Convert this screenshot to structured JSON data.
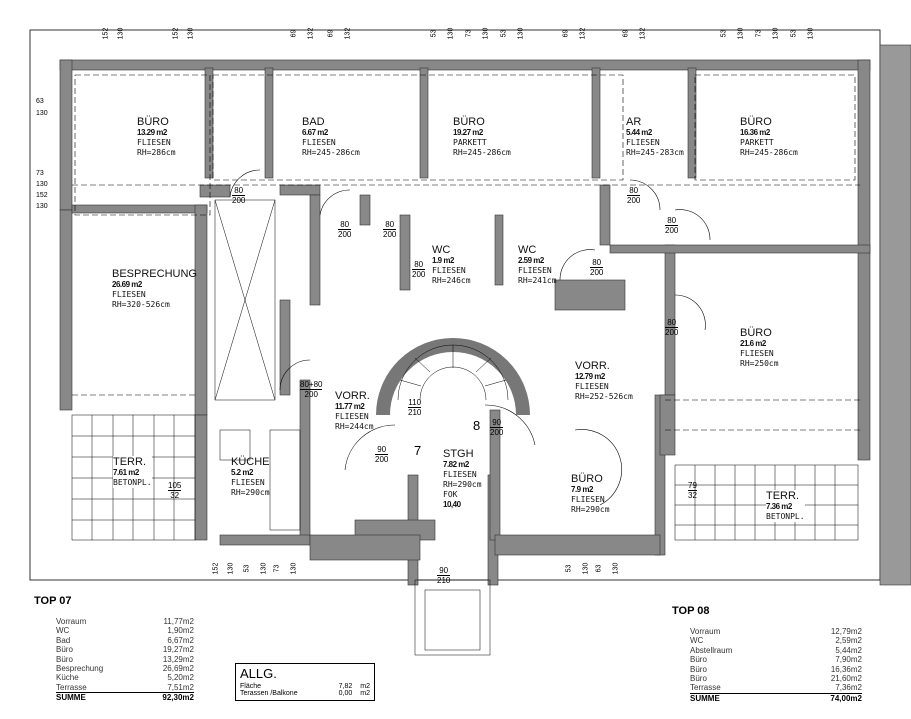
{
  "rooms": [
    {
      "name": "BÜRO",
      "area": "13.29 m2",
      "floor": "FLIESEN",
      "height": "RH=286cm"
    },
    {
      "name": "BAD",
      "area": "6.67 m2",
      "floor": "FLIESEN",
      "height": "RH=245-286cm"
    },
    {
      "name": "BÜRO",
      "area": "19.27 m2",
      "floor": "PARKETT",
      "height": "RH=245-286cm"
    },
    {
      "name": "AR",
      "area": "5.44 m2",
      "floor": "FLIESEN",
      "height": "RH=245-283cm"
    },
    {
      "name": "BÜRO",
      "area": "16.36 m2",
      "floor": "PARKETT",
      "height": "RH=245-286cm"
    },
    {
      "name": "BESPRECHUNG",
      "area": "26.69 m2",
      "floor": "FLIESEN",
      "height": "RH=320-526cm"
    },
    {
      "name": "WC",
      "area": "1.9 m2",
      "floor": "FLIESEN",
      "height": "RH=246cm"
    },
    {
      "name": "WC",
      "area": "2.59 m2",
      "floor": "FLIESEN",
      "height": "RH=241cm"
    },
    {
      "name": "BÜRO",
      "area": "21.6 m2",
      "floor": "FLIESEN",
      "height": "RH=250cm"
    },
    {
      "name": "VORR.",
      "area": "12.79 m2",
      "floor": "FLIESEN",
      "height": "RH=252-526cm"
    },
    {
      "name": "VORR.",
      "area": "11.77 m2",
      "floor": "FLIESEN",
      "height": "RH=244cm"
    },
    {
      "name": "TERR.",
      "area": "7.61 m2",
      "floor": "BETONPL.",
      "height": ""
    },
    {
      "name": "KÜCHE",
      "area": "5.2 m2",
      "floor": "FLIESEN",
      "height": "RH=290cm"
    },
    {
      "name": "STGH",
      "area": "7.82 m2",
      "floor": "FLIESEN",
      "height": "RH=290cm"
    },
    {
      "name": "BÜRO",
      "area": "7.9 m2",
      "floor": "FLIESEN",
      "height": "RH=290cm"
    },
    {
      "name": "TERR.",
      "area": "7.36 m2",
      "floor": "BETONPL.",
      "height": ""
    }
  ],
  "fok": {
    "label": "FOK",
    "value": "10,40"
  },
  "stairs": {
    "left": "7",
    "right": "8"
  },
  "doors": [
    {
      "w": "80",
      "h": "200"
    },
    {
      "w": "80",
      "h": "200"
    },
    {
      "w": "80",
      "h": "200"
    },
    {
      "w": "80",
      "h": "200"
    },
    {
      "w": "80",
      "h": "200"
    },
    {
      "w": "80",
      "h": "200"
    },
    {
      "w": "80",
      "h": "200"
    },
    {
      "w": "80",
      "h": "200"
    },
    {
      "w": "80+80",
      "h": "200"
    },
    {
      "w": "90",
      "h": "200"
    },
    {
      "w": "90",
      "h": "200"
    },
    {
      "w": "110",
      "h": "210"
    },
    {
      "w": "105",
      "h": "32"
    },
    {
      "w": "79",
      "h": "32"
    },
    {
      "w": "90",
      "h": "210"
    }
  ],
  "dims": [
    "152",
    "130",
    "152",
    "130",
    "53",
    "130",
    "73",
    "130",
    "53",
    "130",
    "69",
    "132",
    "69",
    "132",
    "69",
    "132",
    "69",
    "132",
    "53",
    "130",
    "73",
    "130",
    "53",
    "130",
    "73",
    "130",
    "152",
    "130",
    "152",
    "130",
    "53",
    "130",
    "73",
    "130",
    "53",
    "130",
    "63",
    "130",
    "63",
    "130"
  ],
  "top07": {
    "title": "TOP 07",
    "rows": [
      {
        "label": "Vorraum",
        "value": "11,77m2"
      },
      {
        "label": "WC",
        "value": "1,90m2"
      },
      {
        "label": "Bad",
        "value": "6,67m2"
      },
      {
        "label": "Büro",
        "value": "19,27m2"
      },
      {
        "label": "Büro",
        "value": "13,29m2"
      },
      {
        "label": "Besprechung",
        "value": "26,69m2"
      },
      {
        "label": "Küche",
        "value": "5,20m2"
      },
      {
        "label": "Terrasse",
        "value": "7,51m2"
      }
    ],
    "sum": {
      "label": "SUMME",
      "value": "92,30m2"
    }
  },
  "top08": {
    "title": "TOP 08",
    "rows": [
      {
        "label": "Vorraum",
        "value": "12,79m2"
      },
      {
        "label": "WC",
        "value": "2,59m2"
      },
      {
        "label": "Abstellraum",
        "value": "5,44m2"
      },
      {
        "label": "Büro",
        "value": "7,90m2"
      },
      {
        "label": "Büro",
        "value": "16,36m2"
      },
      {
        "label": "Büro",
        "value": "21,60m2"
      },
      {
        "label": "Terrasse",
        "value": "7,36m2"
      }
    ],
    "sum": {
      "label": "SUMME",
      "value": "74,00m2"
    }
  },
  "allg": {
    "title": "ALLG.",
    "rows": [
      {
        "label": "Fläche",
        "value": "7,82",
        "unit": "m2"
      },
      {
        "label": "Terassen /Balkone",
        "value": "0,00",
        "unit": "m2"
      }
    ]
  }
}
